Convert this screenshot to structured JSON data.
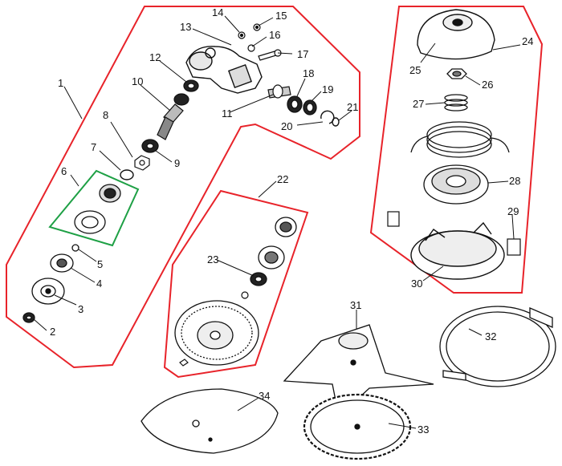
{
  "figure": {
    "callouts": [
      {
        "id": "c1",
        "label": "1"
      },
      {
        "id": "c2",
        "label": "2"
      },
      {
        "id": "c3",
        "label": "3"
      },
      {
        "id": "c4",
        "label": "4"
      },
      {
        "id": "c5",
        "label": "5"
      },
      {
        "id": "c6",
        "label": "6"
      },
      {
        "id": "c7",
        "label": "7"
      },
      {
        "id": "c8",
        "label": "8"
      },
      {
        "id": "c9",
        "label": "9"
      },
      {
        "id": "c10",
        "label": "10"
      },
      {
        "id": "c11",
        "label": "11"
      },
      {
        "id": "c12",
        "label": "12"
      },
      {
        "id": "c13",
        "label": "13"
      },
      {
        "id": "c14",
        "label": "14"
      },
      {
        "id": "c15",
        "label": "15"
      },
      {
        "id": "c16",
        "label": "16"
      },
      {
        "id": "c17",
        "label": "17"
      },
      {
        "id": "c18",
        "label": "18"
      },
      {
        "id": "c19",
        "label": "19"
      },
      {
        "id": "c20",
        "label": "20"
      },
      {
        "id": "c21",
        "label": "21"
      },
      {
        "id": "c22",
        "label": "22"
      },
      {
        "id": "c23",
        "label": "23"
      },
      {
        "id": "c24",
        "label": "24"
      },
      {
        "id": "c25",
        "label": "25"
      },
      {
        "id": "c26",
        "label": "26"
      },
      {
        "id": "c27",
        "label": "27"
      },
      {
        "id": "c28",
        "label": "28"
      },
      {
        "id": "c29",
        "label": "29"
      },
      {
        "id": "c30",
        "label": "30"
      },
      {
        "id": "c31",
        "label": "31"
      },
      {
        "id": "c32",
        "label": "32"
      },
      {
        "id": "c33",
        "label": "33"
      },
      {
        "id": "c34",
        "label": "34"
      }
    ],
    "outline_colors": {
      "group": "#e8232a",
      "subgroup": "#1ea045",
      "line": "#111111"
    }
  }
}
